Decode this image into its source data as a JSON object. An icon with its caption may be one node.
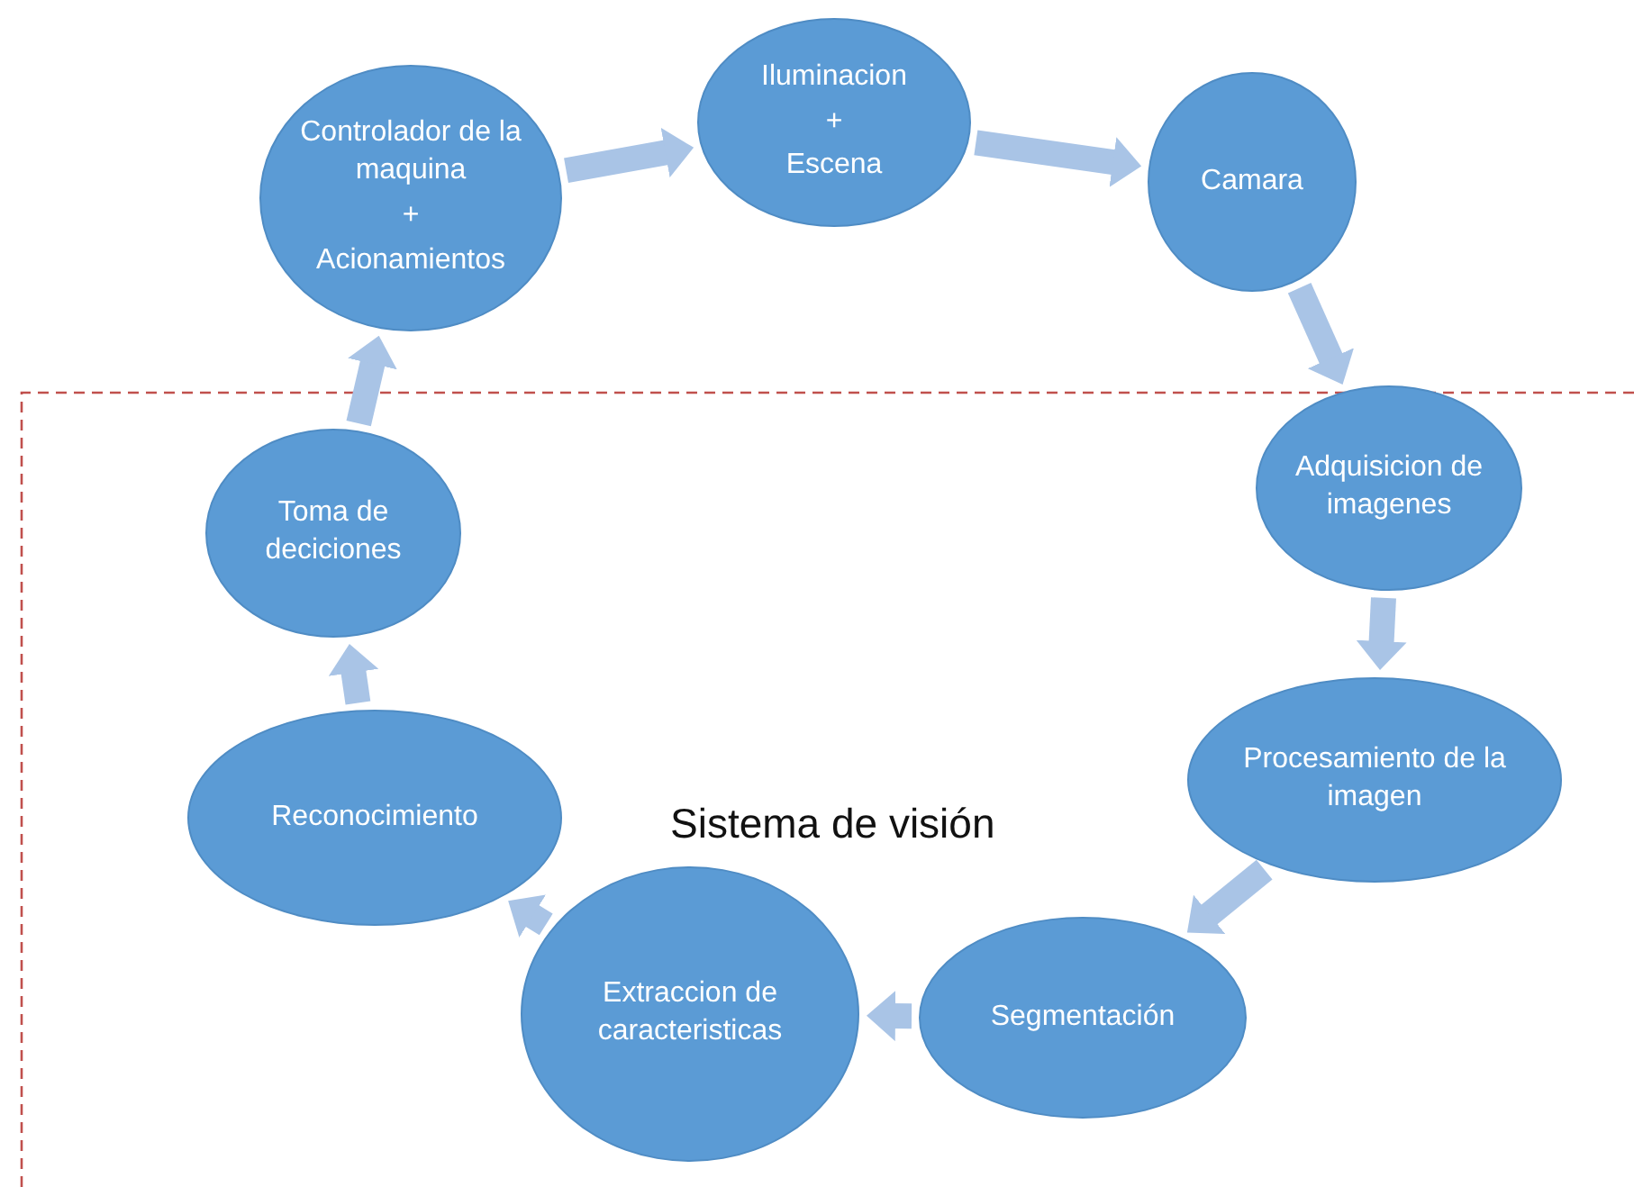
{
  "diagram": {
    "nodes": [
      {
        "text": [
          "Controlador de la maquina",
          "+",
          "Acionamientos"
        ]
      },
      {
        "text": [
          "Iluminacion",
          "+",
          "Escena"
        ]
      },
      {
        "text": [
          "Camara"
        ]
      },
      {
        "text": [
          "Adquisicion de imagenes"
        ]
      },
      {
        "text": [
          "Procesamiento de la imagen"
        ]
      },
      {
        "text": [
          "Segmentación"
        ]
      },
      {
        "text": [
          "Extraccion de caracteristicas"
        ]
      },
      {
        "text": [
          "Reconocimiento"
        ]
      },
      {
        "text": [
          "Toma de deciciones"
        ]
      }
    ],
    "edges": [
      {
        "from": 0,
        "to": 1,
        "arrow": "to"
      },
      {
        "from": 1,
        "to": 2,
        "arrow": "to"
      },
      {
        "from": 2,
        "to": 3,
        "arrow": "to"
      },
      {
        "from": 3,
        "to": 4,
        "arrow": "to"
      },
      {
        "from": 4,
        "to": 5,
        "arrow": "to"
      },
      {
        "from": 5,
        "to": 6,
        "arrow": "to"
      },
      {
        "from": 6,
        "to": 7,
        "arrow": "to"
      },
      {
        "from": 7,
        "to": 8,
        "arrow": "to"
      },
      {
        "from": 8,
        "to": 0,
        "arrow": "to"
      }
    ],
    "labels": [
      "Sistema de visión"
    ]
  }
}
